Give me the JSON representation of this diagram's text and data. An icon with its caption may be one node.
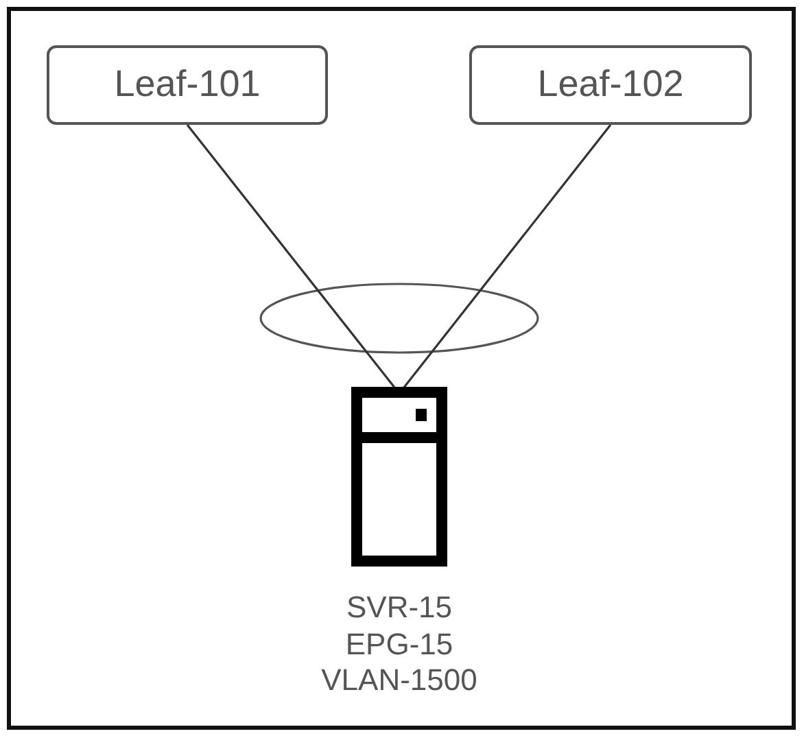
{
  "diagram": {
    "nodes": [
      {
        "text": [
          "Leaf-101"
        ]
      },
      {
        "text": [
          "Leaf-102"
        ]
      },
      {
        "text": [],
        "shape": "server",
        "beside": [
          "SVR-15",
          "EPG-15",
          "VLAN-1500"
        ]
      }
    ],
    "edges": [
      {
        "from": 0,
        "to": 2,
        "arrow": "none"
      },
      {
        "from": 1,
        "to": 2,
        "arrow": "none"
      }
    ]
  }
}
